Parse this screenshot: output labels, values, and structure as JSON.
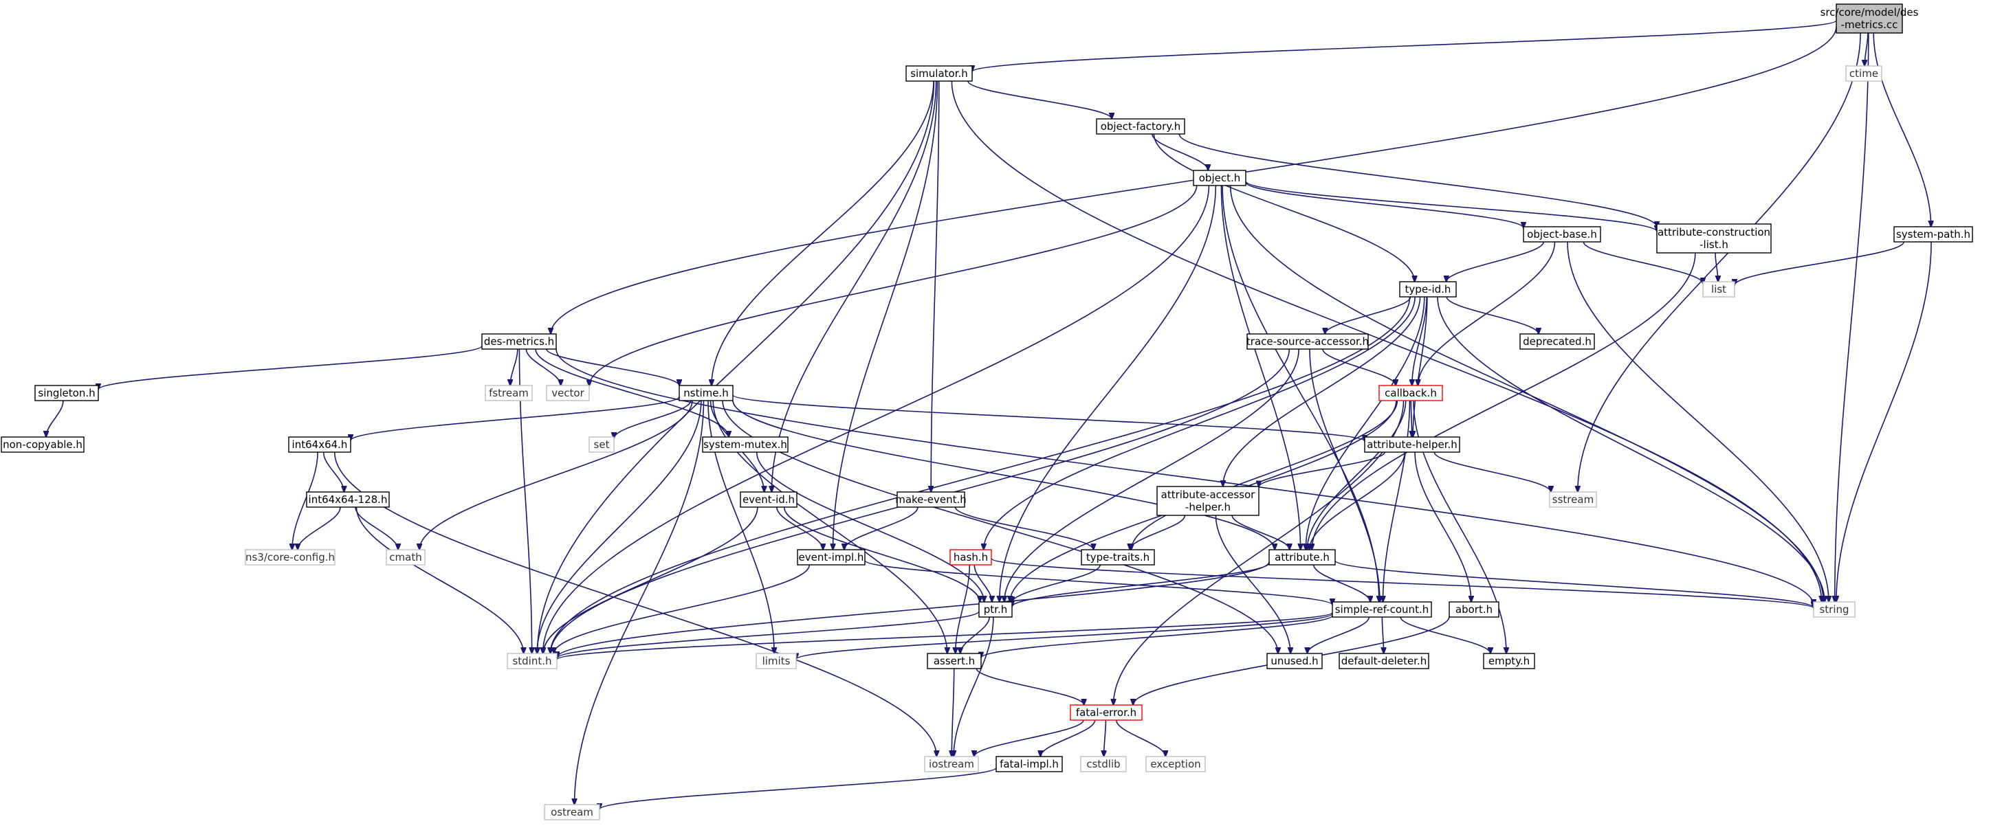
{
  "diagram": {
    "colors": {
      "edge": "#191970",
      "root_fill": "#bfbfbf",
      "root_border": "#000000",
      "local_border": "#000000",
      "external_border": "#bfbfbf",
      "truncated_border": "#ff0000"
    },
    "nodes": [
      {
        "id": "root",
        "label": [
          "src/core/model/des",
          "-metrics.cc"
        ],
        "kind": "root"
      },
      {
        "id": "simulator",
        "label": [
          "simulator.h"
        ],
        "kind": "local"
      },
      {
        "id": "ctime",
        "label": [
          "ctime"
        ],
        "kind": "external"
      },
      {
        "id": "system-path",
        "label": [
          "system-path.h"
        ],
        "kind": "local"
      },
      {
        "id": "object-factory",
        "label": [
          "object-factory.h"
        ],
        "kind": "local"
      },
      {
        "id": "object",
        "label": [
          "object.h"
        ],
        "kind": "local"
      },
      {
        "id": "attribute-construction-list",
        "label": [
          "attribute-construction",
          "-list.h"
        ],
        "kind": "local"
      },
      {
        "id": "object-base",
        "label": [
          "object-base.h"
        ],
        "kind": "local"
      },
      {
        "id": "list",
        "label": [
          "list"
        ],
        "kind": "external"
      },
      {
        "id": "type-id",
        "label": [
          "type-id.h"
        ],
        "kind": "local"
      },
      {
        "id": "des-metrics",
        "label": [
          "des-metrics.h"
        ],
        "kind": "local"
      },
      {
        "id": "trace-source-accessor",
        "label": [
          "trace-source-accessor.h"
        ],
        "kind": "local"
      },
      {
        "id": "deprecated",
        "label": [
          "deprecated.h"
        ],
        "kind": "local"
      },
      {
        "id": "singleton",
        "label": [
          "singleton.h"
        ],
        "kind": "local"
      },
      {
        "id": "fstream",
        "label": [
          "fstream"
        ],
        "kind": "external"
      },
      {
        "id": "vector",
        "label": [
          "vector"
        ],
        "kind": "external"
      },
      {
        "id": "nstime",
        "label": [
          "nstime.h"
        ],
        "kind": "local"
      },
      {
        "id": "callback",
        "label": [
          "callback.h"
        ],
        "kind": "truncated"
      },
      {
        "id": "non-copyable",
        "label": [
          "non-copyable.h"
        ],
        "kind": "local"
      },
      {
        "id": "int64x64",
        "label": [
          "int64x64.h"
        ],
        "kind": "local"
      },
      {
        "id": "set",
        "label": [
          "set"
        ],
        "kind": "external"
      },
      {
        "id": "system-mutex",
        "label": [
          "system-mutex.h"
        ],
        "kind": "local"
      },
      {
        "id": "attribute-helper",
        "label": [
          "attribute-helper.h"
        ],
        "kind": "local"
      },
      {
        "id": "int64x64-128",
        "label": [
          "int64x64-128.h"
        ],
        "kind": "local"
      },
      {
        "id": "attribute-accessor-helper",
        "label": [
          "attribute-accessor",
          "-helper.h"
        ],
        "kind": "local"
      },
      {
        "id": "sstream",
        "label": [
          "sstream"
        ],
        "kind": "external"
      },
      {
        "id": "event-id",
        "label": [
          "event-id.h"
        ],
        "kind": "local"
      },
      {
        "id": "make-event",
        "label": [
          "make-event.h"
        ],
        "kind": "local"
      },
      {
        "id": "ns3-core-config",
        "label": [
          "ns3/core-config.h"
        ],
        "kind": "external"
      },
      {
        "id": "cmath",
        "label": [
          "cmath"
        ],
        "kind": "external"
      },
      {
        "id": "event-impl",
        "label": [
          "event-impl.h"
        ],
        "kind": "local"
      },
      {
        "id": "hash",
        "label": [
          "hash.h"
        ],
        "kind": "truncated"
      },
      {
        "id": "type-traits",
        "label": [
          "type-traits.h"
        ],
        "kind": "local"
      },
      {
        "id": "attribute",
        "label": [
          "attribute.h"
        ],
        "kind": "local"
      },
      {
        "id": "ptr",
        "label": [
          "ptr.h"
        ],
        "kind": "local"
      },
      {
        "id": "simple-ref-count",
        "label": [
          "simple-ref-count.h"
        ],
        "kind": "local"
      },
      {
        "id": "abort",
        "label": [
          "abort.h"
        ],
        "kind": "local"
      },
      {
        "id": "string",
        "label": [
          "string"
        ],
        "kind": "external"
      },
      {
        "id": "stdint",
        "label": [
          "stdint.h"
        ],
        "kind": "external"
      },
      {
        "id": "limits",
        "label": [
          "limits"
        ],
        "kind": "external"
      },
      {
        "id": "assert",
        "label": [
          "assert.h"
        ],
        "kind": "local"
      },
      {
        "id": "unused",
        "label": [
          "unused.h"
        ],
        "kind": "local"
      },
      {
        "id": "default-deleter",
        "label": [
          "default-deleter.h"
        ],
        "kind": "local"
      },
      {
        "id": "empty",
        "label": [
          "empty.h"
        ],
        "kind": "local"
      },
      {
        "id": "fatal-error",
        "label": [
          "fatal-error.h"
        ],
        "kind": "truncated"
      },
      {
        "id": "iostream",
        "label": [
          "iostream"
        ],
        "kind": "external"
      },
      {
        "id": "fatal-impl",
        "label": [
          "fatal-impl.h"
        ],
        "kind": "local"
      },
      {
        "id": "cstdlib",
        "label": [
          "cstdlib"
        ],
        "kind": "external"
      },
      {
        "id": "exception",
        "label": [
          "exception"
        ],
        "kind": "external"
      },
      {
        "id": "ostream",
        "label": [
          "ostream"
        ],
        "kind": "external"
      }
    ],
    "edges": [
      [
        "root",
        "simulator"
      ],
      [
        "root",
        "ctime"
      ],
      [
        "root",
        "system-path"
      ],
      [
        "root",
        "des-metrics"
      ],
      [
        "root",
        "sstream"
      ],
      [
        "root",
        "string"
      ],
      [
        "simulator",
        "object-factory"
      ],
      [
        "simulator",
        "nstime"
      ],
      [
        "simulator",
        "event-id"
      ],
      [
        "simulator",
        "make-event"
      ],
      [
        "simulator",
        "event-impl"
      ],
      [
        "simulator",
        "stdint"
      ],
      [
        "simulator",
        "string"
      ],
      [
        "system-path",
        "list"
      ],
      [
        "system-path",
        "string"
      ],
      [
        "object-factory",
        "object"
      ],
      [
        "object-factory",
        "attribute-construction-list"
      ],
      [
        "object-factory",
        "type-id"
      ],
      [
        "object",
        "attribute-construction-list"
      ],
      [
        "object",
        "object-base"
      ],
      [
        "object",
        "ptr"
      ],
      [
        "object",
        "attribute"
      ],
      [
        "object",
        "simple-ref-count"
      ],
      [
        "object",
        "stdint"
      ],
      [
        "object",
        "vector"
      ],
      [
        "object",
        "string"
      ],
      [
        "attribute-construction-list",
        "list"
      ],
      [
        "attribute-construction-list",
        "attribute"
      ],
      [
        "object-base",
        "type-id"
      ],
      [
        "object-base",
        "callback"
      ],
      [
        "object-base",
        "list"
      ],
      [
        "object-base",
        "string"
      ],
      [
        "type-id",
        "trace-source-accessor"
      ],
      [
        "type-id",
        "attribute-accessor-helper"
      ],
      [
        "type-id",
        "callback"
      ],
      [
        "type-id",
        "deprecated"
      ],
      [
        "type-id",
        "attribute-helper"
      ],
      [
        "type-id",
        "attribute"
      ],
      [
        "type-id",
        "hash"
      ],
      [
        "type-id",
        "stdint"
      ],
      [
        "type-id",
        "string"
      ],
      [
        "des-metrics",
        "singleton"
      ],
      [
        "des-metrics",
        "nstime"
      ],
      [
        "des-metrics",
        "system-mutex"
      ],
      [
        "des-metrics",
        "fstream"
      ],
      [
        "des-metrics",
        "vector"
      ],
      [
        "des-metrics",
        "stdint"
      ],
      [
        "des-metrics",
        "string"
      ],
      [
        "trace-source-accessor",
        "callback"
      ],
      [
        "trace-source-accessor",
        "ptr"
      ],
      [
        "trace-source-accessor",
        "simple-ref-count"
      ],
      [
        "trace-source-accessor",
        "stdint"
      ],
      [
        "singleton",
        "non-copyable"
      ],
      [
        "nstime",
        "int64x64"
      ],
      [
        "nstime",
        "attribute-helper"
      ],
      [
        "nstime",
        "event-id"
      ],
      [
        "nstime",
        "attribute"
      ],
      [
        "nstime",
        "assert"
      ],
      [
        "nstime",
        "set"
      ],
      [
        "nstime",
        "cmath"
      ],
      [
        "nstime",
        "limits"
      ],
      [
        "nstime",
        "ostream"
      ],
      [
        "nstime",
        "stdint"
      ],
      [
        "nstime",
        "unused"
      ],
      [
        "callback",
        "attribute-helper"
      ],
      [
        "callback",
        "attribute"
      ],
      [
        "callback",
        "type-traits"
      ],
      [
        "callback",
        "ptr"
      ],
      [
        "callback",
        "simple-ref-count"
      ],
      [
        "callback",
        "fatal-error"
      ],
      [
        "callback",
        "empty"
      ],
      [
        "int64x64",
        "int64x64-128"
      ],
      [
        "int64x64",
        "ns3-core-config"
      ],
      [
        "int64x64",
        "iostream"
      ],
      [
        "system-mutex",
        "ptr"
      ],
      [
        "attribute-helper",
        "attribute-accessor-helper"
      ],
      [
        "attribute-helper",
        "attribute"
      ],
      [
        "attribute-helper",
        "abort"
      ],
      [
        "attribute-helper",
        "sstream"
      ],
      [
        "int64x64-128",
        "ns3-core-config"
      ],
      [
        "int64x64-128",
        "cmath"
      ],
      [
        "int64x64-128",
        "stdint"
      ],
      [
        "attribute-accessor-helper",
        "attribute"
      ],
      [
        "attribute-accessor-helper",
        "type-traits"
      ],
      [
        "attribute-accessor-helper",
        "unused"
      ],
      [
        "event-id",
        "event-impl"
      ],
      [
        "event-id",
        "ptr"
      ],
      [
        "event-id",
        "stdint"
      ],
      [
        "make-event",
        "event-impl"
      ],
      [
        "make-event",
        "type-traits"
      ],
      [
        "event-impl",
        "simple-ref-count"
      ],
      [
        "event-impl",
        "stdint"
      ],
      [
        "hash",
        "ptr"
      ],
      [
        "hash",
        "assert"
      ],
      [
        "hash",
        "string"
      ],
      [
        "type-traits",
        "ptr"
      ],
      [
        "attribute",
        "ptr"
      ],
      [
        "attribute",
        "simple-ref-count"
      ],
      [
        "attribute",
        "string"
      ],
      [
        "attribute",
        "stdint"
      ],
      [
        "ptr",
        "assert"
      ],
      [
        "ptr",
        "iostream"
      ],
      [
        "ptr",
        "stdint"
      ],
      [
        "simple-ref-count",
        "assert"
      ],
      [
        "simple-ref-count",
        "unused"
      ],
      [
        "simple-ref-count",
        "default-deleter"
      ],
      [
        "simple-ref-count",
        "empty"
      ],
      [
        "simple-ref-count",
        "limits"
      ],
      [
        "simple-ref-count",
        "stdint"
      ],
      [
        "abort",
        "fatal-error"
      ],
      [
        "assert",
        "fatal-error"
      ],
      [
        "assert",
        "iostream"
      ],
      [
        "fatal-error",
        "fatal-impl"
      ],
      [
        "fatal-error",
        "iostream"
      ],
      [
        "fatal-error",
        "cstdlib"
      ],
      [
        "fatal-error",
        "exception"
      ],
      [
        "fatal-impl",
        "ostream"
      ]
    ]
  }
}
